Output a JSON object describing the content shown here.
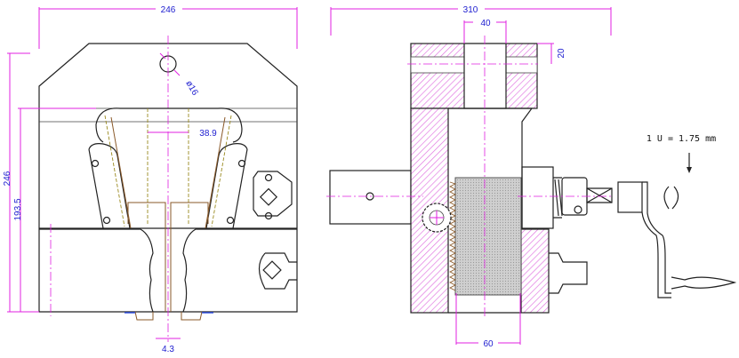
{
  "front_view": {
    "width_dim": "246",
    "height_dim": "246",
    "jaw_height_dim": "193.5",
    "opening_dim": "38.9",
    "hole_dim": "ø16",
    "gap_dim": "4.3"
  },
  "side_view": {
    "width_dim": "310",
    "bore_dim": "40",
    "groove_dim": "20",
    "rack_dim": "60",
    "ratio_note": "1 U = 1.75 mm"
  },
  "colors": {
    "dimension": "#e020e0",
    "text": "#2020d0",
    "hatch": "#e070e0"
  }
}
